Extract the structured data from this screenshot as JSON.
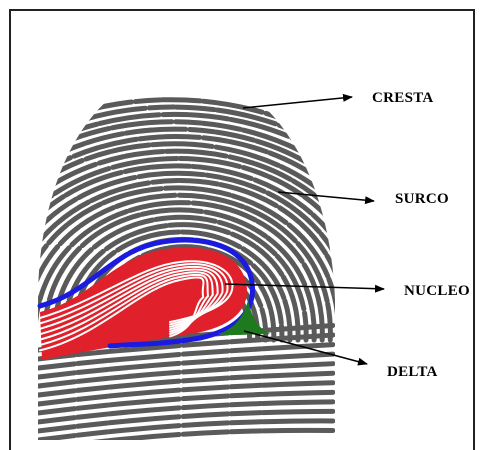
{
  "labels": {
    "cresta": "CRESTA",
    "surco": "SURCO",
    "nucleo": "NUCLEO",
    "delta": "DELTA"
  },
  "colors": {
    "ridge": "#5a5a5a",
    "core_fill": "#e0202a",
    "core_outline": "#1a1ae0",
    "delta": "#1f7a1f",
    "arrow": "#000000"
  }
}
